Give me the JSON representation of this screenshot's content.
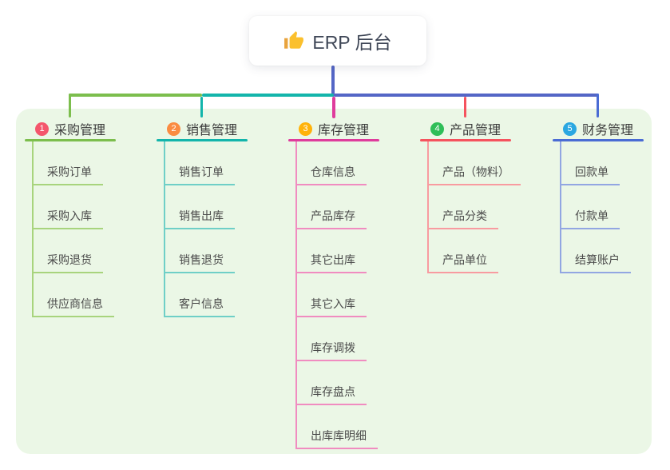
{
  "root": {
    "title": "ERP 后台",
    "icon": "thumbs-up-icon"
  },
  "connector_colors": {
    "root_and_right": "#5466C6",
    "left_green": "#7CBE4D",
    "left_teal": "#13B5AB",
    "drop_magenta": "#DF3C9C",
    "drop_red": "#F5535E",
    "drop_blue": "#4A6CD4"
  },
  "panel_background": "#EBF7E6",
  "branches": [
    {
      "index": "1",
      "label": "采购管理",
      "badge_color": "#F4566C",
      "line_color": "#7CBE4D",
      "child_line_color": "#A8D47D",
      "children": [
        "采购订单",
        "采购入库",
        "采购退货",
        "供应商信息"
      ]
    },
    {
      "index": "2",
      "label": "销售管理",
      "badge_color": "#FA8C42",
      "line_color": "#13B5AB",
      "child_line_color": "#6FCFC7",
      "children": [
        "销售订单",
        "销售出库",
        "销售退货",
        "客户信息"
      ]
    },
    {
      "index": "3",
      "label": "库存管理",
      "badge_color": "#FFB30A",
      "line_color": "#DF3C9C",
      "child_line_color": "#F08CC0",
      "children": [
        "仓库信息",
        "产品库存",
        "其它出库",
        "其它入库",
        "库存调拨",
        "库存盘点",
        "出库库明细"
      ]
    },
    {
      "index": "4",
      "label": "产品管理",
      "badge_color": "#2FBE58",
      "line_color": "#F5535E",
      "child_line_color": "#F89BA0",
      "children": [
        "产品（物料）",
        "产品分类",
        "产品单位"
      ]
    },
    {
      "index": "5",
      "label": "财务管理",
      "badge_color": "#2AA7E1",
      "line_color": "#4A6CD4",
      "child_line_color": "#92A6E2",
      "children": [
        "回款单",
        "付款单",
        "结算账户"
      ]
    }
  ]
}
